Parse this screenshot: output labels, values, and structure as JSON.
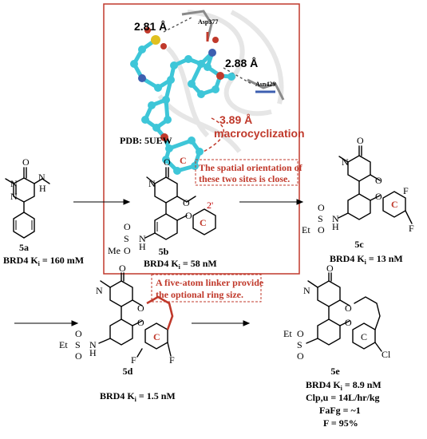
{
  "crystal": {
    "pdb": "PDB: 5UEW",
    "dist1": "2.81 Å",
    "dist2": "2.88 Å",
    "dist3": "3.89 Å",
    "macro": "macrocyclization",
    "res1": "Asp377",
    "res2": "Asn429",
    "ring": "C"
  },
  "note1": [
    "The spatial orientation of",
    "these two sites is close."
  ],
  "note2": [
    "A five-atom linker provide",
    "the optional ring size."
  ],
  "compounds": {
    "c5a": {
      "id": "5a",
      "activity": "BRD4 K",
      "sub": "i",
      "value": " = 160 mM"
    },
    "c5b": {
      "id": "5b",
      "activity": "BRD4 K",
      "sub": "i",
      "value": " = 58 nM",
      "pos": "2'"
    },
    "c5c": {
      "id": "5c",
      "activity": "BRD4 K",
      "sub": "i",
      "value": " = 13 nM"
    },
    "c5d": {
      "id": "5d",
      "activity": "BRD4 K",
      "sub": "i",
      "value": " = 1.5 nM"
    },
    "c5e": {
      "id": "5e",
      "activity": "BRD4 K",
      "sub": "i",
      "value": " = 8.9 nM",
      "extra": [
        "Clp,u = 14L/hr/kg",
        "FaFg = ~1",
        "F = 95%"
      ]
    }
  },
  "atoms": {
    "N": "N",
    "O": "O",
    "H": "H",
    "S": "S",
    "F": "F",
    "Cl": "Cl",
    "Me": "Me",
    "Et": "Et",
    "C": "C"
  },
  "colors": {
    "frame": "#c0392b",
    "note": "#c0392b",
    "linker": "#c0392b",
    "ligand": "#3ec6d8",
    "protein": "#9a9a9a"
  }
}
